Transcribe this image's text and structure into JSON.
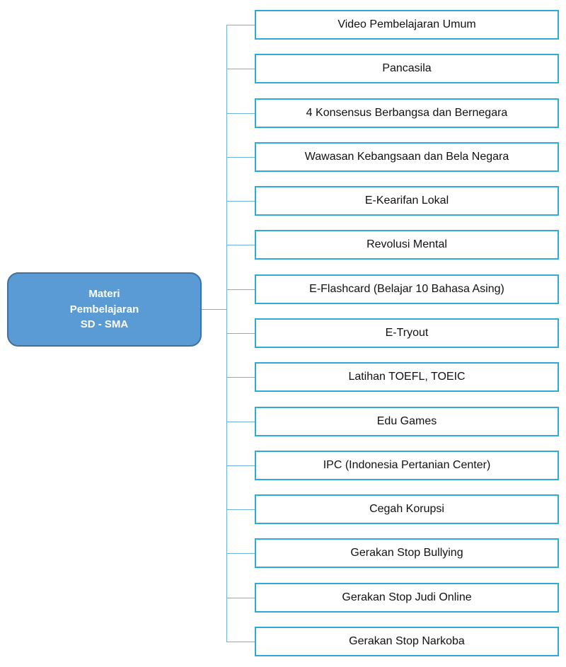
{
  "root": {
    "label_lines": [
      "Materi",
      "Pembelajaran",
      "SD - SMA"
    ]
  },
  "branches": [
    "Video Pembelajaran Umum",
    "Pancasila",
    "4 Konsensus Berbangsa dan Bernegara",
    "Wawasan Kebangsaan dan Bela Negara",
    "E-Kearifan Lokal",
    "Revolusi Mental",
    "E-Flashcard (Belajar 10 Bahasa Asing)",
    "E-Tryout",
    "Latihan TOEFL, TOEIC",
    "Edu Games",
    "IPC (Indonesia Pertanian Center)",
    "Cegah Korupsi",
    "Gerakan Stop Bullying",
    "Gerakan Stop Judi Online",
    "Gerakan Stop Narkoba"
  ],
  "colors": {
    "root_fill": "#5B9BD5",
    "root_border": "#41719C",
    "branch_border": "#2EAADC",
    "line": "#6EB4D9",
    "text": "#111111",
    "root_text": "#FFFFFF"
  }
}
